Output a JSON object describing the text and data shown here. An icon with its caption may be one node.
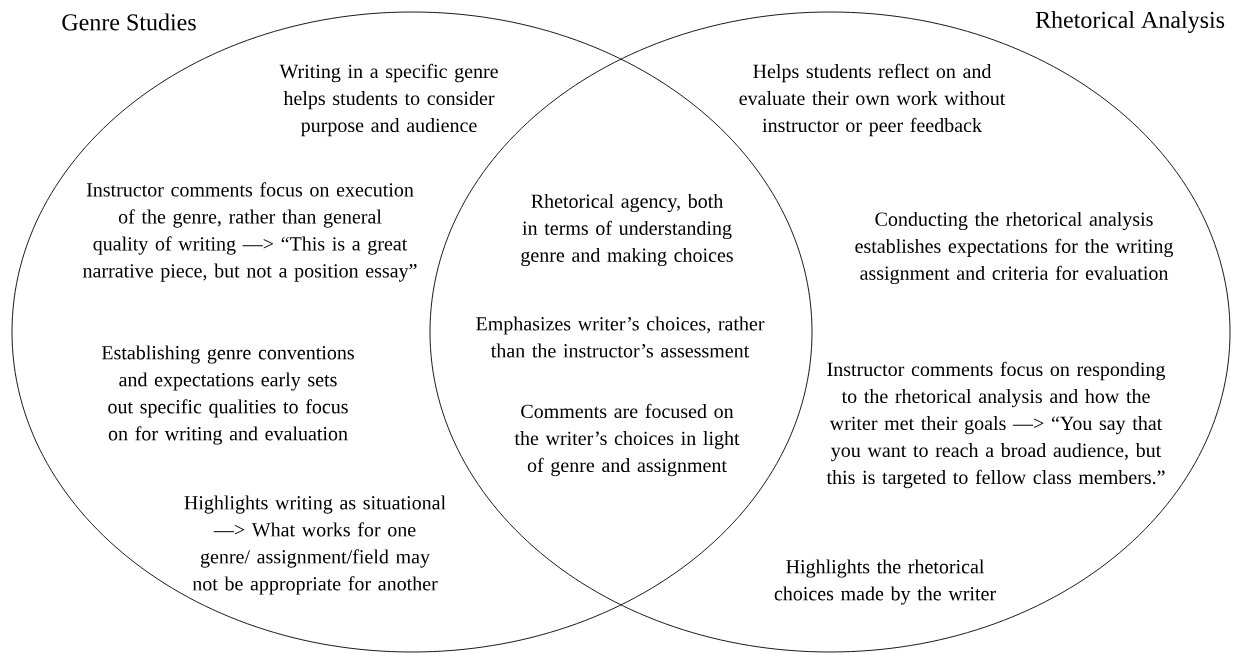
{
  "diagram": {
    "nodes": [
      {
        "text": [
          "Genre Studies"
        ]
      },
      {
        "text": [
          "Rhetorical Analysis"
        ]
      }
    ],
    "labels": [
      "Writing in a specific genre helps students to consider purpose and audience",
      "Instructor comments focus on execution of the genre, rather than general quality of writing —> “This is a great narrative piece, but not a position essay”",
      "Establishing genre conventions and expectations early sets out specific qualities to focus on for writing and evaluation",
      "Highlights writing as situational —> What works for one genre/ assignment/field may not be appropriate for another",
      "Rhetorical agency, both in terms of understanding genre and making choices",
      "Emphasizes writer’s choices, rather than the instructor’s assessment",
      "Comments are focused on the writer’s choices in light of genre and assignment",
      "Helps students reflect on and evaluate their own work without instructor or peer feedback",
      "Conducting the rhetorical analysis establishes expectations for the writing assignment and criteria for evaluation",
      "Instructor comments focus on responding to the rhetorical analysis and how the writer met their goals —> “You say that you want to reach a broad audience, but this is targeted to fellow class members.”",
      "Highlights the rhetorical choices made by the writer"
    ]
  }
}
